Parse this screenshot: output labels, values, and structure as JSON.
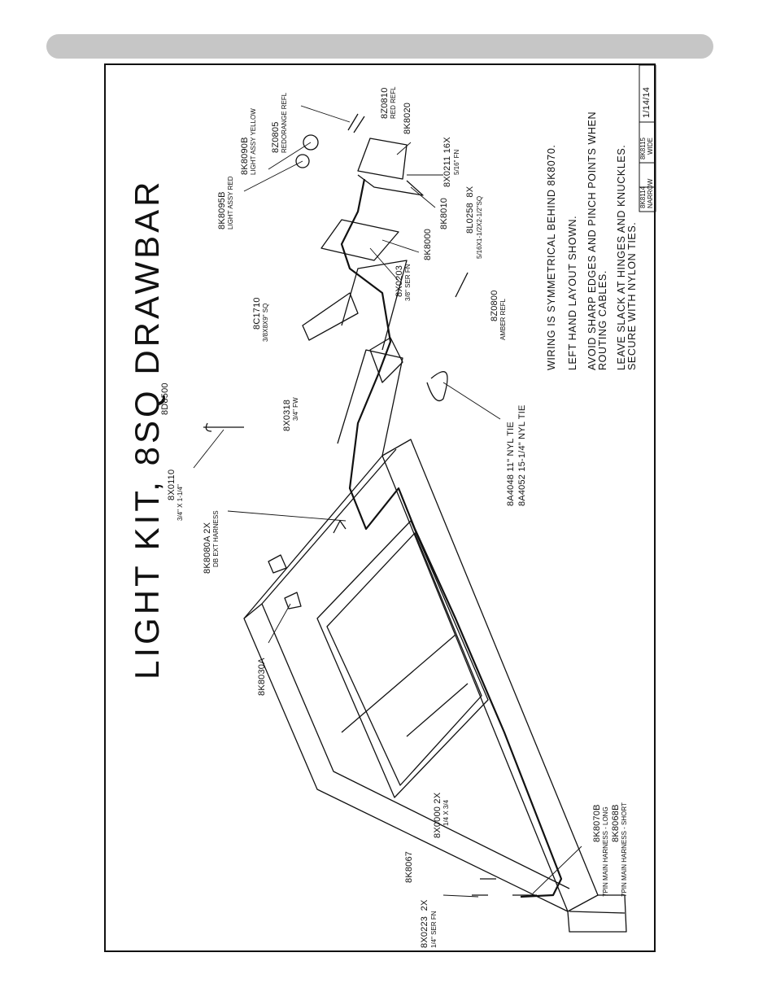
{
  "title": "LIGHT KIT, 8SQ DRAWBAR",
  "notes": [
    "WIRING IS SYMMETRICAL BEHIND 8K8070.",
    "LEFT HAND LAYOUT SHOWN.",
    "AVOID SHARP EDGES AND PINCH POINTS WHEN",
    "ROUTING CABLES.",
    "LEAVE SLACK AT HINGES AND KNUCKLES.",
    "SECURE WITH NYLON TIES."
  ],
  "title_block": {
    "cells": [
      "8K8114",
      "NARROW",
      "8K8115",
      "WIDE",
      "1/14/14"
    ]
  },
  "callouts": {
    "c8k8095b": "8K8095B",
    "c8k8095b_d": "LIGHT ASSY RED",
    "c8k8090b": "8K8090B",
    "c8k8090b_d": "LIGHT ASSY YELLOW",
    "c8z0805": "8Z0805",
    "c8z0805_d": "REDORANGE REFL",
    "c8z0810": "8Z0810",
    "c8z0810_d": "RED REFL",
    "c8k8020": "8K8020",
    "c8x0211": "8X0211 16X",
    "c8x0211_d": "5/16\" FN",
    "c8l0258": "8L0258  8X",
    "c8l0258_d": "5/16X1-1/2X2-1/2\"SQ",
    "c8k8010": "8K8010",
    "c8k8000": "8K8000",
    "c8x0203": "8X0203",
    "c8x0203_d": "3/8\" SER FN",
    "c8z0800": "8Z0800",
    "c8z0800_d": "AMBER REFL",
    "c8c1710": "8C1710",
    "c8c1710_d": "3/8X8X9\" SQ",
    "c8d8500": "8D8500",
    "c8x0318": "8X0318",
    "c8x0318_d": "3/4\" FW",
    "c8x0110": "8X0110",
    "c8x0110_d": "3/4\" X 1-1/4\"",
    "c8k8080a": "8K8080A 2X",
    "c8k8080a_d": "DB EXT HARNESS",
    "c8a4048": "8A4048 11\" NYL TIE",
    "c8a4052": "8A4052 15-1/4\" NYL TIE",
    "c8k8030a": "8K8030A",
    "c8k8070b": "8K8070B",
    "c8k8070b_d": "7PIN MAIN HARNESS - LONG",
    "c8k8068b": "8K8068B",
    "c8k8068b_d": "7PIN MAIN HARNESS - SHORT",
    "c8x0000": "8X0000 2X",
    "c8x0000_d": "1/4 X 3/4",
    "c8k8067": "8K8067",
    "c8x0223": "8X0223  2X",
    "c8x0223_d": "1/4\" SER FN"
  }
}
